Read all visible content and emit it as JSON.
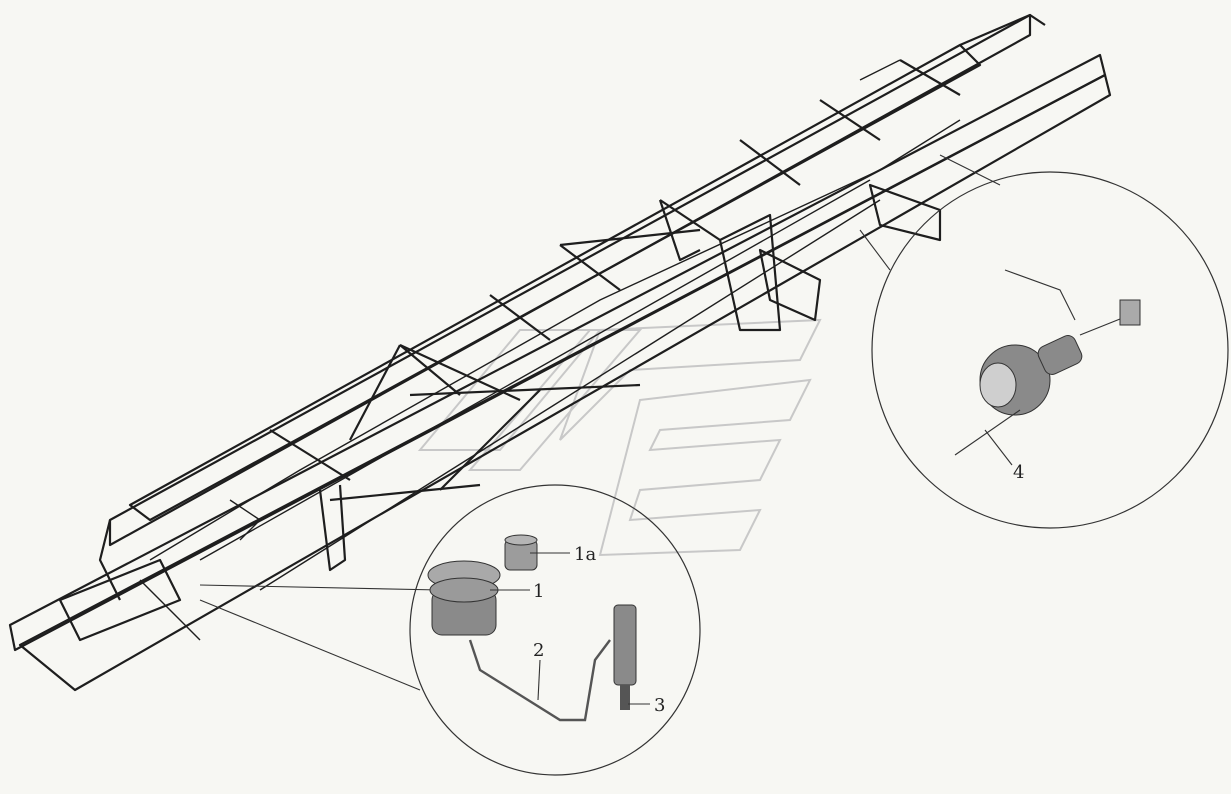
{
  "diagram": {
    "labels": {
      "l1a": "1a",
      "l1": "1",
      "l2": "2",
      "l3": "3",
      "l4": "4"
    },
    "colors": {
      "background": "#f7f7f3",
      "line": "#1e1e1e",
      "component": "#8a8a8a",
      "watermark": "#c8c8c8"
    }
  }
}
